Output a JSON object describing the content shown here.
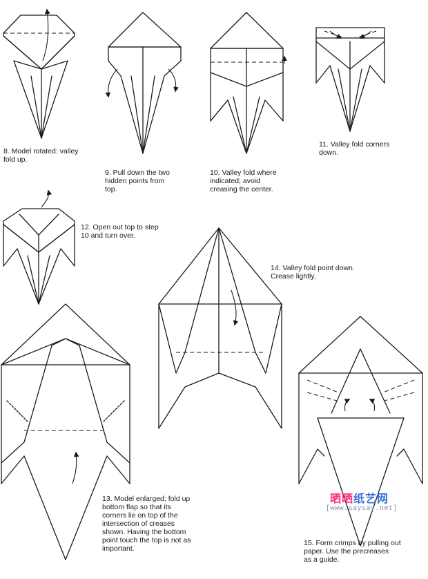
{
  "steps": [
    {
      "id": 8,
      "caption": "8. Model rotated: valley\n    fold up."
    },
    {
      "id": 9,
      "caption": "9. Pull down the two\n    hidden points from\n    top."
    },
    {
      "id": 10,
      "caption": "10. Valley fold where\n      indicated; avoid\n      creasing the center."
    },
    {
      "id": 11,
      "caption": "11. Valley fold corners\n       down."
    },
    {
      "id": 12,
      "caption": "12. Open out top to step\n      10 and turn over."
    },
    {
      "id": 13,
      "caption": "13. Model enlarged; fold up\n      bottom flap so that its\n      corners lie on top of the\n      intersection of creases\n      shown.  Having the bottom\n      point touch the top is not as\n      important."
    },
    {
      "id": 14,
      "caption": "14. Valley fold point down.\n      Crease lightly."
    },
    {
      "id": 15,
      "caption": "15. Form crimps by pulling out\n      paper. Use the precreases\n      as a guide."
    }
  ],
  "watermark": {
    "logo_a": "晒晒",
    "logo_b": "纸艺网",
    "url": "[www.saysay.net]"
  },
  "colors": {
    "line": "#1a1a1a",
    "watermark_pink": "#ff2d7a",
    "watermark_blue": "#3a6fd8"
  }
}
